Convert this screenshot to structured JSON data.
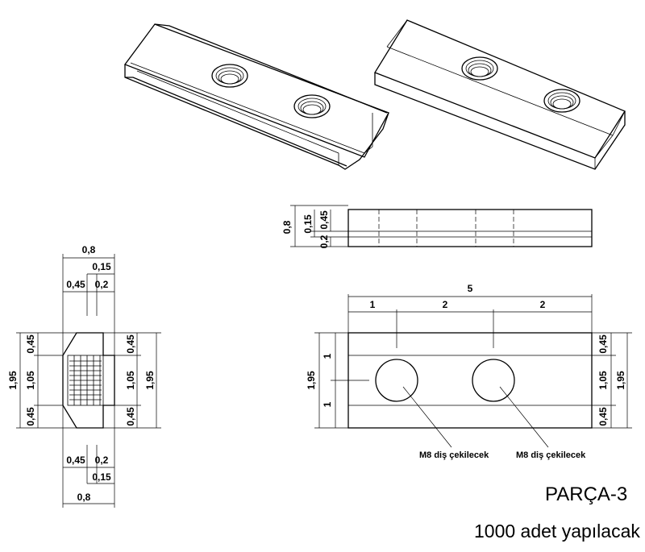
{
  "dims": {
    "w08": "0,8",
    "w015": "0,15",
    "w045": "0,45",
    "w02": "0,2",
    "h195": "1,95",
    "h105": "1,05",
    "h045": "0,45",
    "h08": "0,8",
    "h015": "0,15",
    "h045b": "0,45",
    "h02": "0,2",
    "len5": "5",
    "len1": "1",
    "len2": "2",
    "v1": "1"
  },
  "notes": {
    "thread_left": "M8 diş çekilecek",
    "thread_right": "M8 diş çekilecek"
  },
  "title": {
    "part": "PARÇA-3",
    "quantity": "1000 adet yapılacak"
  }
}
